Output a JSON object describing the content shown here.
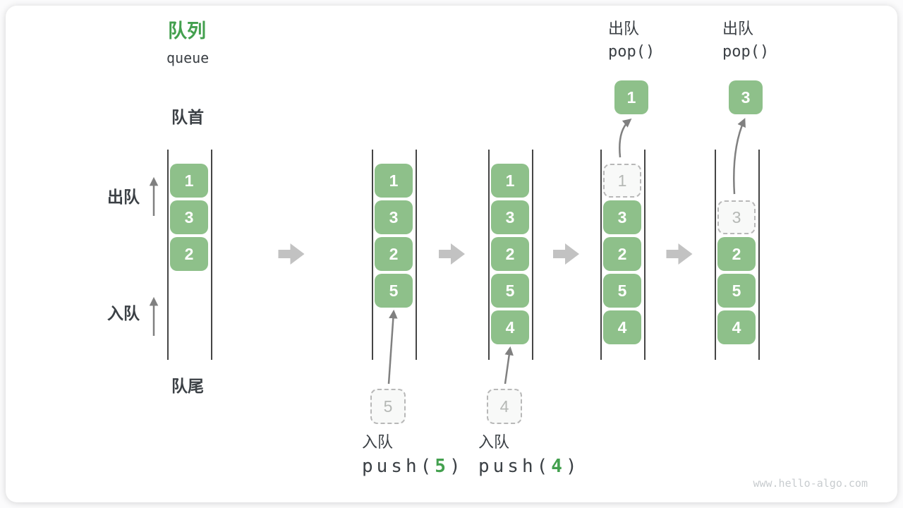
{
  "title": {
    "zh": "队列",
    "en": "queue"
  },
  "labels": {
    "front": "队首",
    "rear": "队尾",
    "dequeue_direction": "出队",
    "enqueue_direction": "入队"
  },
  "watermark": "www.hello-algo.com",
  "colors": {
    "accent_green": "#43a04e",
    "box_green": "#8ec08a",
    "text_dark": "#3b4045",
    "arrow_gray": "#808080",
    "block_arrow_gray": "#c2c2c2",
    "ghost_gray": "#b5b8b5",
    "wall_dark": "#454545",
    "watermark_gray": "#c8cccf"
  },
  "states": [
    {
      "items": [
        {
          "v": "1",
          "slot": 0
        },
        {
          "v": "3",
          "slot": 1
        },
        {
          "v": "2",
          "slot": 2
        }
      ]
    },
    {
      "items": [
        {
          "v": "1",
          "slot": 0
        },
        {
          "v": "3",
          "slot": 1
        },
        {
          "v": "2",
          "slot": 2
        },
        {
          "v": "5",
          "slot": 3
        }
      ],
      "op": {
        "kind": "push",
        "label": "入队",
        "code_pre": "push(",
        "code_arg": "5",
        "code_post": ")",
        "staged": "5"
      }
    },
    {
      "items": [
        {
          "v": "1",
          "slot": 0
        },
        {
          "v": "3",
          "slot": 1
        },
        {
          "v": "2",
          "slot": 2
        },
        {
          "v": "5",
          "slot": 3
        },
        {
          "v": "4",
          "slot": 4
        }
      ],
      "op": {
        "kind": "push",
        "label": "入队",
        "code_pre": "push(",
        "code_arg": "4",
        "code_post": ")",
        "staged": "4"
      }
    },
    {
      "items": [
        {
          "v": "1",
          "slot": 0,
          "ghost": true
        },
        {
          "v": "3",
          "slot": 1
        },
        {
          "v": "2",
          "slot": 2
        },
        {
          "v": "5",
          "slot": 3
        },
        {
          "v": "4",
          "slot": 4
        }
      ],
      "op": {
        "kind": "pop",
        "label": "出队",
        "code": "pop()",
        "result": "1"
      }
    },
    {
      "items": [
        {
          "v": "3",
          "slot": 1,
          "ghost": true
        },
        {
          "v": "2",
          "slot": 2
        },
        {
          "v": "5",
          "slot": 3
        },
        {
          "v": "4",
          "slot": 4
        }
      ],
      "op": {
        "kind": "pop",
        "label": "出队",
        "code": "pop()",
        "result": "3"
      }
    }
  ]
}
